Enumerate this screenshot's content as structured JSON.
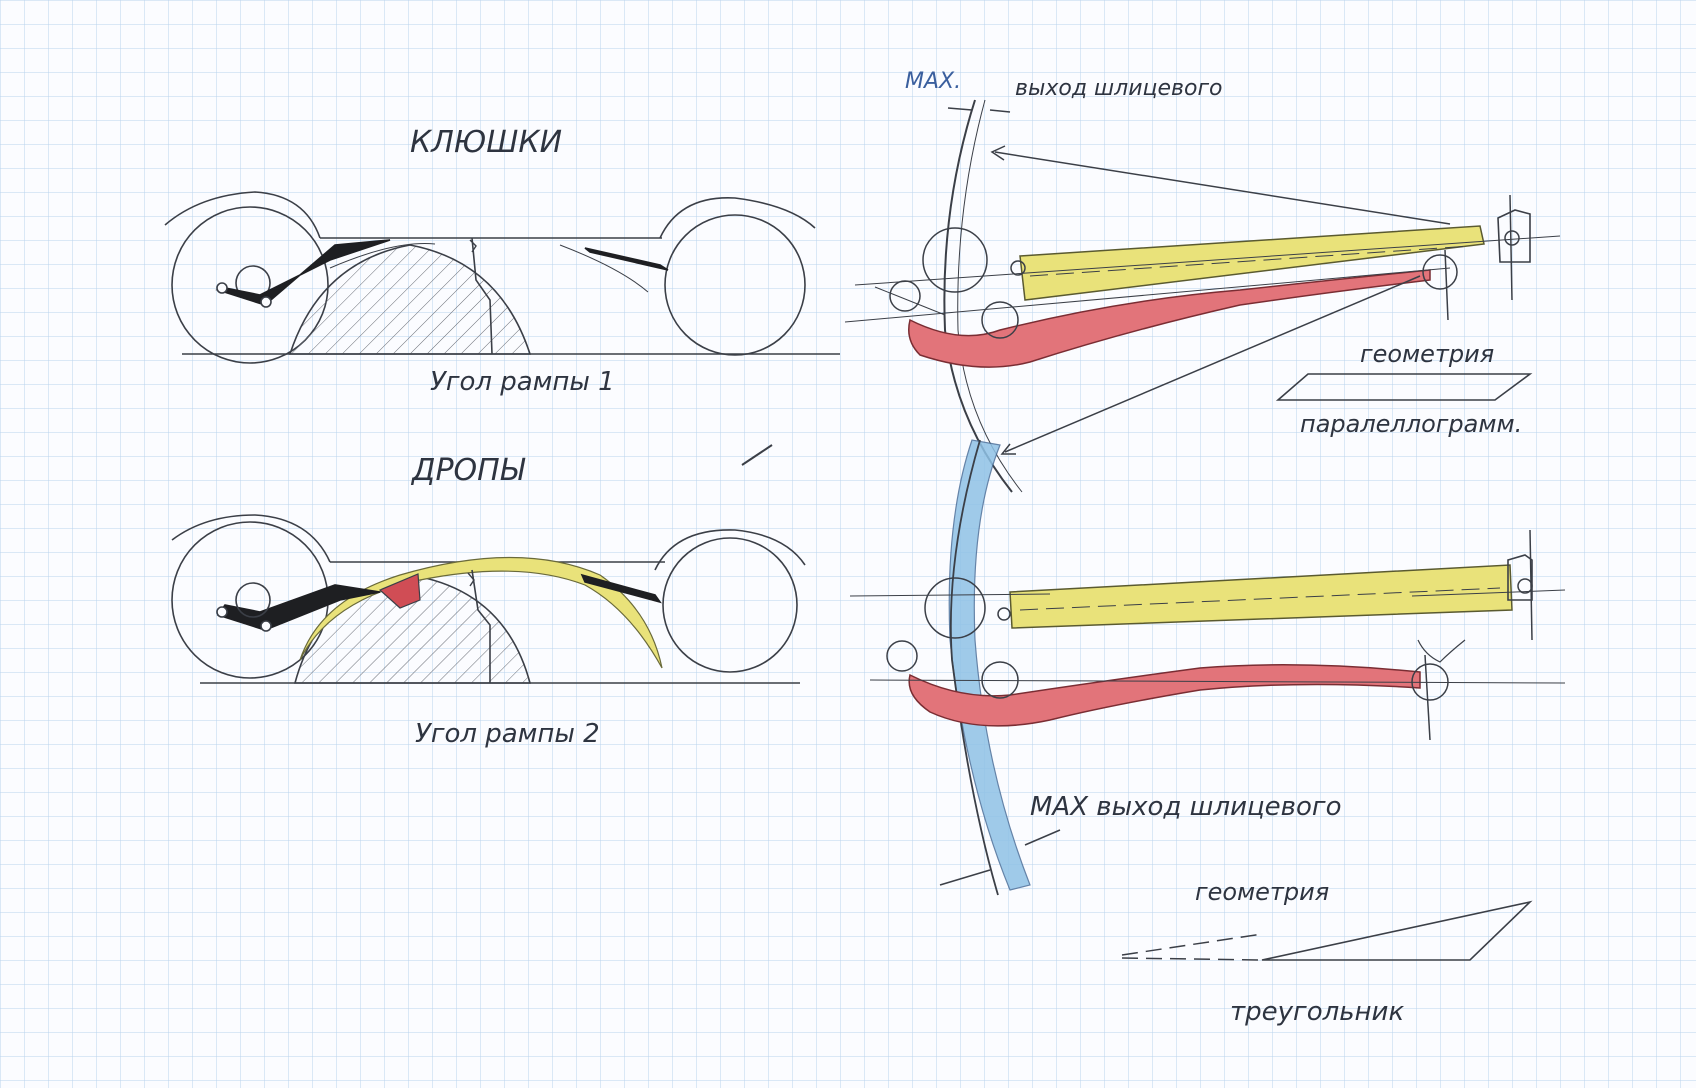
{
  "palette": {
    "paper": "#fbfcff",
    "grid": "#b9d3ee",
    "pencil": "#3b3f47",
    "yellow_fill": "#e9e27a",
    "red_fill": "#e2747a",
    "blue_fill": "#8fc2e6"
  },
  "labels": {
    "klyushki": "КЛЮШКИ",
    "ugol_rampy_1": "Угол рампы 1",
    "dropy": "ДРОПЫ",
    "ugol_rampy_2": "Угол рампы 2",
    "max_top_1": "MAX.",
    "max_top_2": "выход шлицевого",
    "geometriya_1": "геометрия",
    "parallelogramm": "паралеллограмм.",
    "max_bottom": "MAX выход шлицевого",
    "geometriya_2": "геометрия",
    "treugolnik": "треугольник"
  }
}
